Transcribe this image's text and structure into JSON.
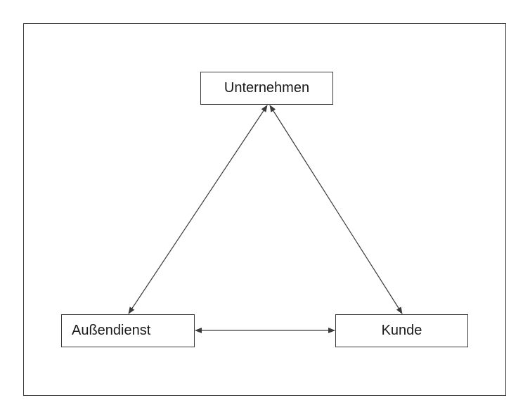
{
  "diagram": {
    "nodes": {
      "top": {
        "label": "Unternehmen"
      },
      "left": {
        "label": "Außendienst"
      },
      "right": {
        "label": "Kunde"
      }
    },
    "edges": [
      {
        "from": "Unternehmen",
        "to": "Außendienst",
        "direction": "bidirectional"
      },
      {
        "from": "Unternehmen",
        "to": "Kunde",
        "direction": "bidirectional"
      },
      {
        "from": "Außendienst",
        "to": "Kunde",
        "direction": "bidirectional"
      }
    ],
    "colors": {
      "line": "#3a3a3a",
      "text": "#1a1a1a",
      "background": "#ffffff"
    }
  }
}
